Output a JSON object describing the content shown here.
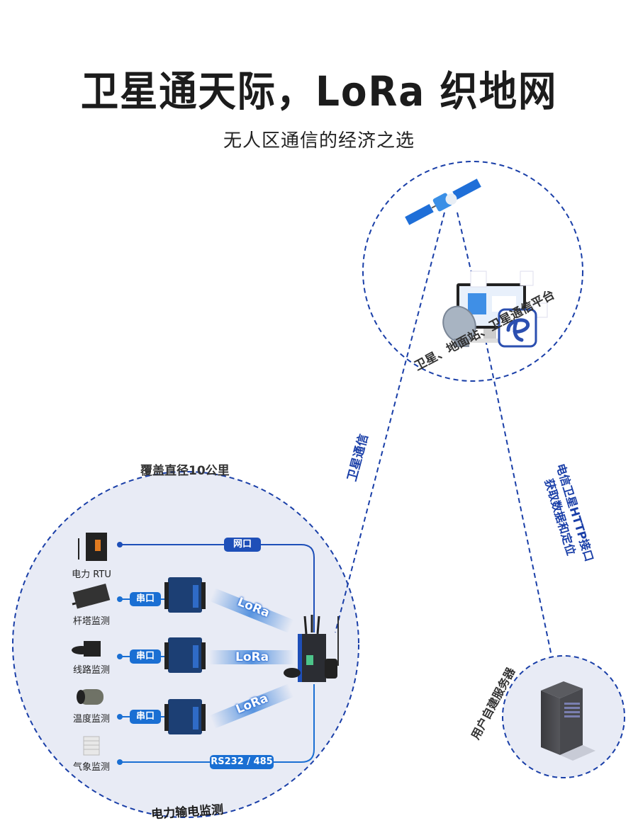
{
  "header": {
    "title": "卫星通天际，LoRa 织地网",
    "subtitle": "无人区通信的经济之选"
  },
  "satellite_zone": {
    "label": "卫星、地面站、卫星通信平台",
    "icons": [
      "satellite-icon",
      "ground-station-dish-icon",
      "monitor-platform-icon",
      "telecom-logo-icon"
    ]
  },
  "links": {
    "satellite_comm": "卫星通信",
    "http_interface_line1": "电信卫星HTTP接口",
    "http_interface_line2": "获取数据和定位"
  },
  "server_zone": {
    "label": "用户自建服务器",
    "icon": "server-rack-icon"
  },
  "field_zone": {
    "top_label": "覆盖直径10公里",
    "bottom_label": "电力输电监测",
    "devices": [
      {
        "label": "电力 RTU",
        "icon": "rtu-icon"
      },
      {
        "label": "杆塔监测",
        "icon": "tower-sensor-icon"
      },
      {
        "label": "线路监测",
        "icon": "line-sensor-icon"
      },
      {
        "label": "温度监测",
        "icon": "temperature-sensor-icon"
      },
      {
        "label": "气象监测",
        "icon": "weather-station-icon"
      }
    ],
    "connections": {
      "ethernet": "网口",
      "serial": "串口",
      "rs": "RS232 / 485",
      "lora": "LoRa"
    }
  },
  "colors": {
    "accent_blue": "#1e4fb8",
    "dashed_blue": "#1a3fa8",
    "zone_fill": "#e8ebf5",
    "text_dark": "#1c1c1c"
  }
}
